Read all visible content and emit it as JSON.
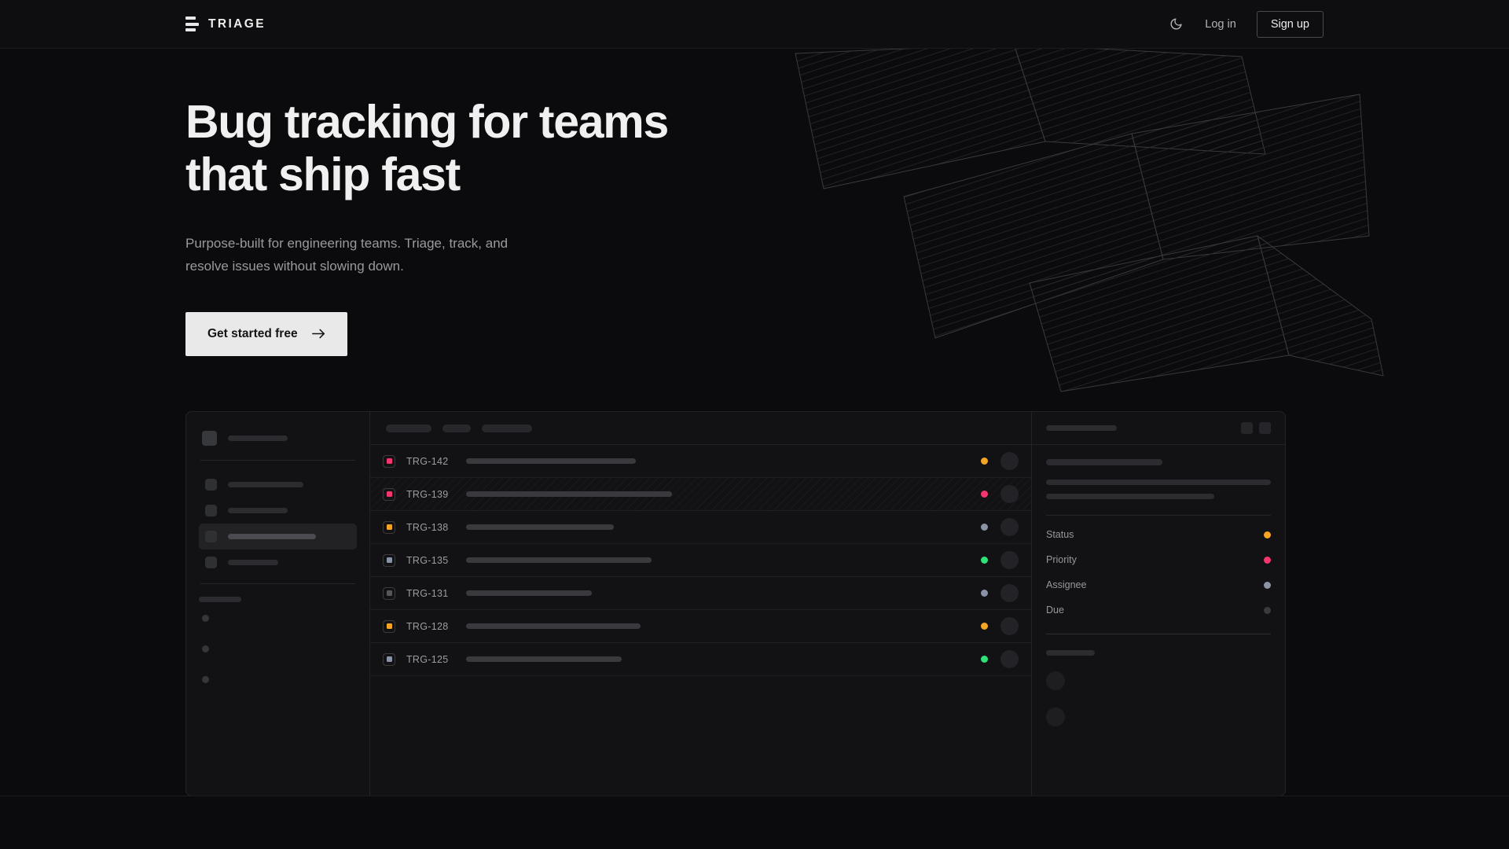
{
  "brand": {
    "name": "TRIAGE",
    "logo_icon": "triage-bars-icon"
  },
  "nav": {
    "theme_toggle_icon": "moon-icon",
    "login_label": "Log in",
    "signup_label": "Sign up"
  },
  "hero": {
    "title": "Bug tracking for teams\nthat ship fast",
    "subtitle": "Purpose-built for engineering teams. Triage, track, and\nresolve issues without slowing down.",
    "cta_label": "Get started free",
    "cta_icon": "arrow-right-icon"
  },
  "colors": {
    "page_bg": "#0b0b0d",
    "topbar_bg": "#0e0e10",
    "panel_bg": "#121214",
    "border": "#232327",
    "text_primary": "#f0f0f0",
    "text_muted": "#9a9a9d",
    "cta_bg": "#e9e9e9",
    "status_orange": "#f5a524",
    "status_pink": "#f4356f",
    "status_green": "#2ee178",
    "status_slate": "#8b94a6",
    "status_gray": "#3a3a3e"
  },
  "mockup": {
    "sidebar": {
      "nav_items": [
        {
          "width": 96
        },
        {
          "width": 76
        },
        {
          "width": 112,
          "active": true
        },
        {
          "width": 64
        }
      ],
      "section_label_width": 54,
      "bullet_count": 3
    },
    "table": {
      "toolbar_pills": [
        58,
        36,
        64
      ],
      "rows": [
        {
          "id": "TRG-142",
          "badge_color": "#f4356f",
          "title_width": 216,
          "status_color": "#f5a524",
          "hatched": false
        },
        {
          "id": "TRG-139",
          "badge_color": "#f4356f",
          "title_width": 262,
          "status_color": "#f4356f",
          "hatched": true
        },
        {
          "id": "TRG-138",
          "badge_color": "#f5a524",
          "title_width": 188,
          "status_color": "#8b94a6",
          "hatched": false
        },
        {
          "id": "TRG-135",
          "badge_color": "#8b94a6",
          "title_width": 236,
          "status_color": "#2ee178",
          "hatched": false
        },
        {
          "id": "TRG-131",
          "badge_color": "#55555a",
          "title_width": 160,
          "status_color": "#8b94a6",
          "hatched": false
        },
        {
          "id": "TRG-128",
          "badge_color": "#f5a524",
          "title_width": 222,
          "status_color": "#f5a524",
          "hatched": false
        },
        {
          "id": "TRG-125",
          "badge_color": "#8b94a6",
          "title_width": 198,
          "status_color": "#2ee178",
          "hatched": false
        }
      ]
    },
    "detail": {
      "header_skeleton_width": 90,
      "title_skeleton_width": 148,
      "body_line_widths": [
        286,
        214
      ],
      "fields": [
        {
          "label": "Status",
          "dot_color": "#f5a524"
        },
        {
          "label": "Priority",
          "dot_color": "#f4356f"
        },
        {
          "label": "Assignee",
          "dot_color": "#8b94a6"
        },
        {
          "label": "Due",
          "dot_color": "#3a3a3e"
        }
      ],
      "footer_label_width": 62,
      "footer_avatar_count": 2
    }
  }
}
